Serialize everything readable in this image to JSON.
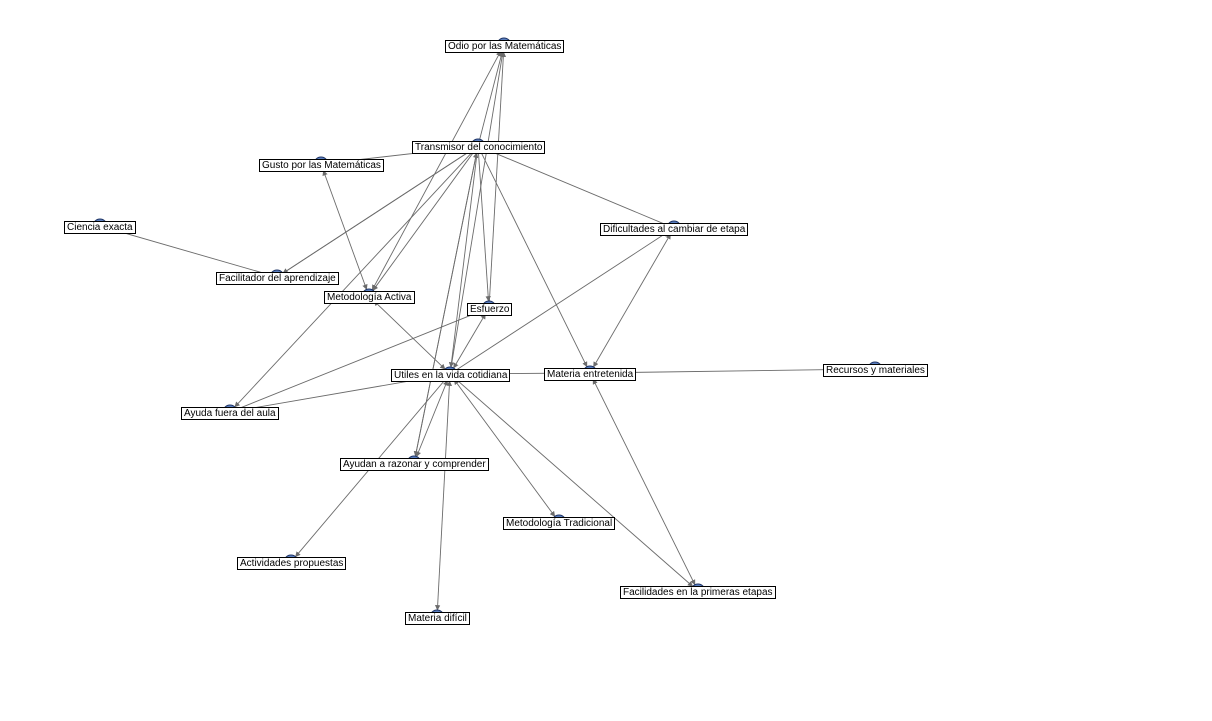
{
  "colors": {
    "edge": "#6b6b6b",
    "node_fill": "#5b7fc0",
    "node_stroke": "#1f3566"
  },
  "nodes": [
    {
      "id": "odio",
      "label": "Odio por las Matemáticas"
    },
    {
      "id": "transmisor",
      "label": "Transmisor del conocimiento"
    },
    {
      "id": "gusto",
      "label": "Gusto por las Matemáticas"
    },
    {
      "id": "ciencia",
      "label": "Ciencia exacta"
    },
    {
      "id": "dificultades",
      "label": "Dificultades al cambiar de etapa"
    },
    {
      "id": "facilitador",
      "label": "Facilitador del aprendizaje"
    },
    {
      "id": "activa",
      "label": "Metodología Activa"
    },
    {
      "id": "esfuerzo",
      "label": "Esfuerzo"
    },
    {
      "id": "utiles",
      "label": "Utiles en la vida cotidiana"
    },
    {
      "id": "entretenida",
      "label": "Materia entretenida"
    },
    {
      "id": "recursos",
      "label": "Recursos y materiales"
    },
    {
      "id": "ayuda",
      "label": "Ayuda fuera del aula"
    },
    {
      "id": "razonar",
      "label": "Ayudan a razonar y comprender"
    },
    {
      "id": "tradicional",
      "label": "Metodología Tradicional"
    },
    {
      "id": "actividades",
      "label": "Actividades propuestas"
    },
    {
      "id": "facilidades",
      "label": "Facilidades en la primeras etapas"
    },
    {
      "id": "dificil",
      "label": "Materia difícil"
    }
  ],
  "edges": [
    {
      "from": "ciencia",
      "to": "facilitador",
      "arrow": "none"
    },
    {
      "from": "transmisor",
      "to": "odio",
      "arrow": "end"
    },
    {
      "from": "transmisor",
      "to": "gusto",
      "arrow": "none"
    },
    {
      "from": "transmisor",
      "to": "dificultades",
      "arrow": "none"
    },
    {
      "from": "transmisor",
      "to": "facilitador",
      "arrow": "end"
    },
    {
      "from": "transmisor",
      "to": "activa",
      "arrow": "end"
    },
    {
      "from": "transmisor",
      "to": "esfuerzo",
      "arrow": "end"
    },
    {
      "from": "transmisor",
      "to": "utiles",
      "arrow": "end"
    },
    {
      "from": "transmisor",
      "to": "entretenida",
      "arrow": "end"
    },
    {
      "from": "transmisor",
      "to": "ayuda",
      "arrow": "end"
    },
    {
      "from": "transmisor",
      "to": "razonar",
      "arrow": "end"
    },
    {
      "from": "utiles",
      "to": "odio",
      "arrow": "end"
    },
    {
      "from": "esfuerzo",
      "to": "odio",
      "arrow": "end"
    },
    {
      "from": "activa",
      "to": "odio",
      "arrow": "both"
    },
    {
      "from": "activa",
      "to": "gusto",
      "arrow": "both"
    },
    {
      "from": "activa",
      "to": "utiles",
      "arrow": "both"
    },
    {
      "from": "facilitador",
      "to": "transmisor",
      "arrow": "none"
    },
    {
      "from": "utiles",
      "to": "esfuerzo",
      "arrow": "both"
    },
    {
      "from": "utiles",
      "to": "ayuda",
      "arrow": "end"
    },
    {
      "from": "utiles",
      "to": "entretenida",
      "arrow": "none"
    },
    {
      "from": "utiles",
      "to": "dificultades",
      "arrow": "end"
    },
    {
      "from": "utiles",
      "to": "razonar",
      "arrow": "both"
    },
    {
      "from": "utiles",
      "to": "tradicional",
      "arrow": "both"
    },
    {
      "from": "utiles",
      "to": "facilidades",
      "arrow": "both"
    },
    {
      "from": "utiles",
      "to": "actividades",
      "arrow": "end"
    },
    {
      "from": "utiles",
      "to": "dificil",
      "arrow": "both"
    },
    {
      "from": "ayuda",
      "to": "esfuerzo",
      "arrow": "none"
    },
    {
      "from": "entretenida",
      "to": "recursos",
      "arrow": "none"
    },
    {
      "from": "entretenida",
      "to": "dificultades",
      "arrow": "both"
    },
    {
      "from": "entretenida",
      "to": "facilidades",
      "arrow": "both"
    },
    {
      "from": "razonar",
      "to": "transmisor",
      "arrow": "end"
    }
  ]
}
